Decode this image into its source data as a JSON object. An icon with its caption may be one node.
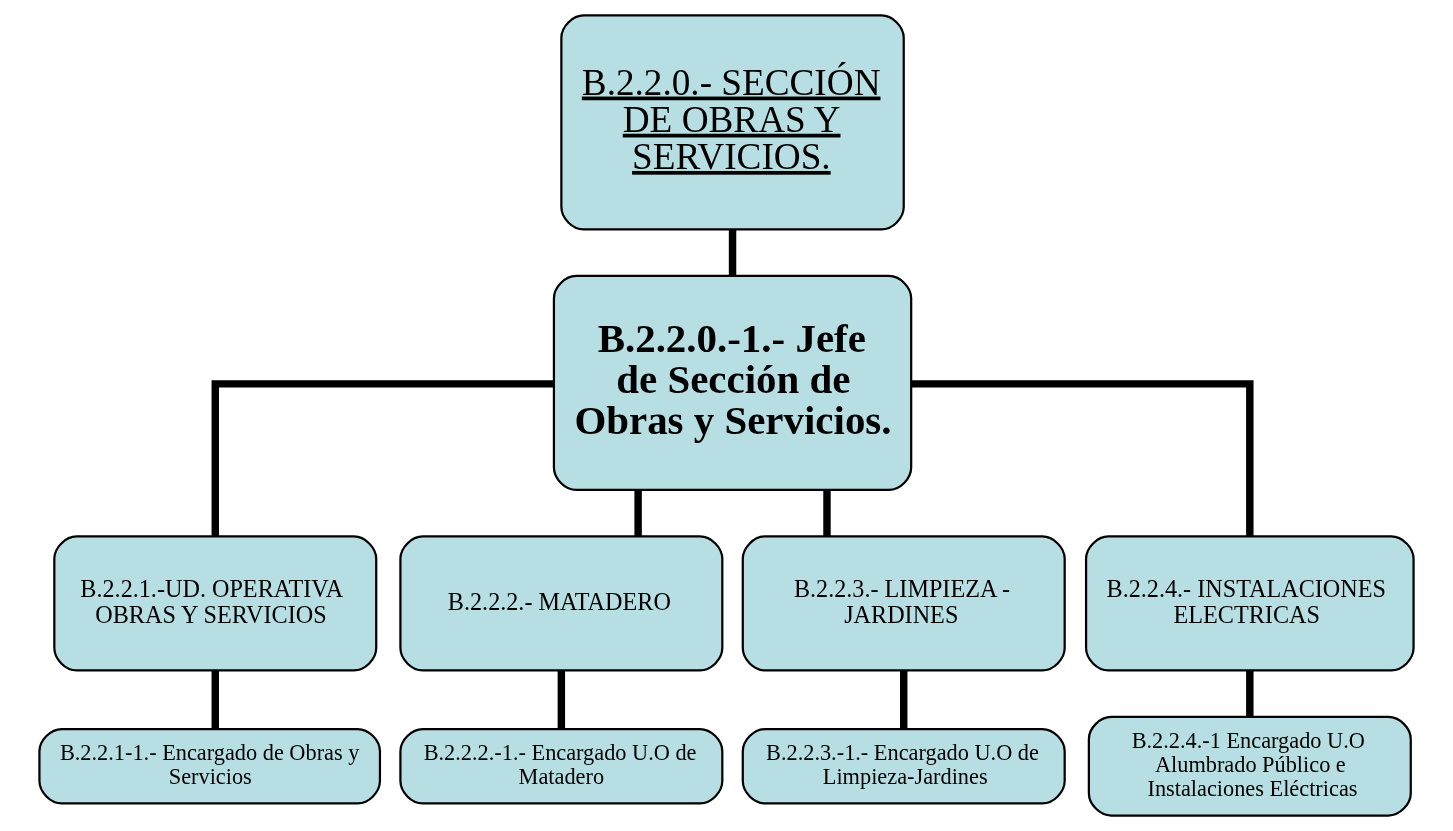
{
  "diagram": {
    "nodes": [
      {
        "text": [
          "B.2.2.0.- SECCIÓN DE OBRAS Y SERVICIOS."
        ]
      },
      {
        "text": [
          "B.2.2.0.-1.- Jefe de Sección de Obras y Servicios."
        ]
      },
      {
        "text": [
          "B.2.2.1.-UD. OPERATIVA OBRAS Y SERVICIOS"
        ]
      },
      {
        "text": [
          "B.2.2.2.- MATADERO"
        ]
      },
      {
        "text": [
          "B.2.2.3.- LIMPIEZA - JARDINES"
        ]
      },
      {
        "text": [
          "B.2.2.4.- INSTALACIONES ELECTRICAS"
        ]
      },
      {
        "text": [
          "B.2.2.1-1.- Encargado de Obras y Servicios"
        ]
      },
      {
        "text": [
          "B.2.2.2.-1.- Encargado U.O de Matadero"
        ]
      },
      {
        "text": [
          "B.2.2.3.-1.- Encargado U.O de Limpieza-Jardines"
        ]
      },
      {
        "text": [
          "B.2.2.4.-1 Encargado U.O Alumbrado Público e Instalaciones Eléctricas"
        ]
      }
    ],
    "edges": [
      {
        "from": 0,
        "to": 1,
        "arrow": "none"
      },
      {
        "from": 1,
        "to": 2,
        "arrow": "none"
      },
      {
        "from": 1,
        "to": 3,
        "arrow": "none"
      },
      {
        "from": 1,
        "to": 4,
        "arrow": "none"
      },
      {
        "from": 1,
        "to": 5,
        "arrow": "none"
      },
      {
        "from": 2,
        "to": 6,
        "arrow": "none"
      },
      {
        "from": 3,
        "to": 7,
        "arrow": "none"
      },
      {
        "from": 4,
        "to": 8,
        "arrow": "none"
      },
      {
        "from": 5,
        "to": 9,
        "arrow": "none"
      }
    ]
  }
}
